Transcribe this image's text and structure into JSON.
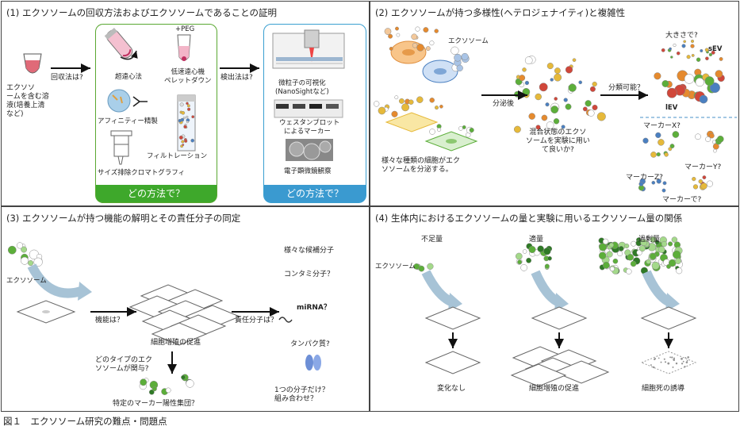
{
  "panel1": {
    "title": "(1) エクソソームの回収方法およびエクソソームであることの証明",
    "sample_label": [
      "エクソソ",
      "ームを含む溶",
      "液(培養上清",
      "など)"
    ],
    "recovery_q": "回収法は?",
    "methods": {
      "ultracentrifuge": "超遠心法",
      "peg": "+PEG",
      "lowspeed": [
        "低速遠心機",
        "ペレットダウン"
      ],
      "affinity": "アフィニティー精製",
      "filtration": "フィルトレーション",
      "sec": "サイズ排除クロマトグラフィ"
    },
    "green_banner": "どの方法で？",
    "detect_q": "検出法は?",
    "detect": {
      "nanosight": [
        "微粒子の可視化",
        "(NanoSightなど)"
      ],
      "western": [
        "ウェスタンブロット",
        "によるマーカー"
      ],
      "em": "電子顕微鏡観察"
    },
    "blue_banner": "どの方法で？"
  },
  "panel2": {
    "title": "(2) エクソソームが持つ多様性(ヘテロジェナイティ)と複雑性",
    "exosome_label": "エクソソーム",
    "cells_text": [
      "様々な種類の細胞がエク",
      "ソソームを分泌する。"
    ],
    "after_secretion": "分泌後",
    "mixed_text": [
      "混合状態のエクソ",
      "ソームを実験に用い",
      "て良いか?"
    ],
    "classify_q": "分類可能？",
    "size_q": "大きさで?",
    "sev": "sEV",
    "lev": "lEV",
    "markers": [
      "マーカーX?",
      "マーカーY?",
      "マーカーZ?",
      "マーカーで?"
    ]
  },
  "panel3": {
    "title": "(3) エクソソームが持つ機能の解明とその責任分子の同定",
    "exosome_label": "エクソソーム",
    "function_q": "機能は？",
    "prolif": "細胞増殖の促進",
    "responsible_q": "責任分子は？",
    "type_q": [
      "どのタイプのエク",
      "ソソームが関与?"
    ],
    "marker_group_q": "特定のマーカー陽性集団？",
    "candidates": "様々な候補分子",
    "contaminant_q": "コンタミ分子？",
    "mirna_q": "miRNA？",
    "protein_q": "タンパク質?",
    "combo_q": [
      "1つの分子だけ？",
      "組み合わせ？"
    ]
  },
  "panel4": {
    "title": "(4) 生体内におけるエクソソームの量と実験に用いるエクソソーム量の関係",
    "insufficient": "不足量",
    "appropriate": "適量",
    "excess": "過剰量",
    "exosome_label": "エクソソーム",
    "no_change": "変化なし",
    "prolif": "細胞増殖の促進",
    "death": "細胞死の誘導"
  },
  "caption": "図１　エクソソーム研究の難点・問題点",
  "colors": {
    "green_box": "#5aa832",
    "green_banner": "#3ea82b",
    "blue_box": "#3a9fd0",
    "blue_banner": "#3a9ad0",
    "arrow_blue": "#9ab8cc",
    "dot_green": "#5cae3a",
    "dot_yellow": "#e6b93a",
    "dot_blue": "#4a7fc0",
    "dot_orange": "#e58a2e",
    "dot_red": "#d0473a"
  }
}
